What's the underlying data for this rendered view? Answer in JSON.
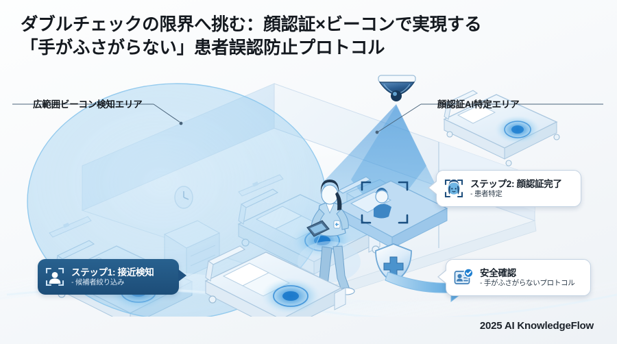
{
  "title": "ダブルチェックの限界へ挑む：顔認証×ビーコンで実現する\n「手がふさがらない」患者誤認防止プロトコル",
  "labels": {
    "beacon_area": "広範囲ビーコン検知エリア",
    "face_area": "顔認証AI特定エリア"
  },
  "cards": {
    "step1": {
      "heading": "ステップ1: 接近検知",
      "sub": "- 候補者絞り込み",
      "icon": "person-in-frame-icon",
      "style": "dark"
    },
    "step2": {
      "heading": "ステップ2: 顔認証完了",
      "sub": "- 患者特定",
      "icon": "face-scan-icon",
      "style": "light"
    },
    "safety": {
      "heading": "安全確認",
      "sub": "- 手がふさがらないプロトコル",
      "icon": "id-card-check-icon",
      "style": "light"
    }
  },
  "footer": "2025 AI KnowledgeFlow",
  "scene": {
    "camera": "ceiling-dome-camera",
    "nurse": "nurse-with-tablet",
    "shield": "medical-shield-icon",
    "arrow": "flow-arrow",
    "beds": 4,
    "beacon_ripples": 4
  },
  "colors": {
    "title_text": "#14191f",
    "accent_blue": "#2f7fd0",
    "deep_blue": "#1d4d78",
    "beacon_fill": "#7cc0ec",
    "cone_fill": "#4da2e0",
    "card_border": "#c3d2e2",
    "background": "#f7f9fb"
  }
}
